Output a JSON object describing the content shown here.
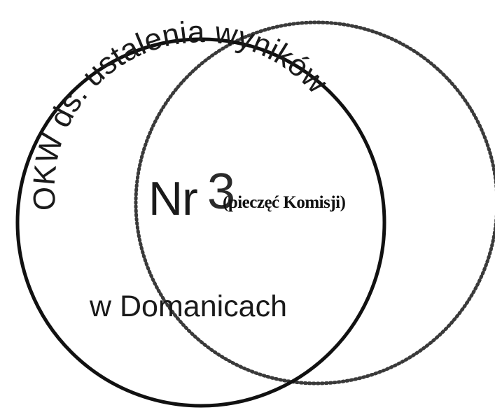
{
  "stamp": {
    "arc_text": "OKW ds. ustalenia wyników",
    "number_label": "Nr",
    "number_value": "3",
    "location_text": "w Domanicach"
  },
  "caption": {
    "text": "(pieczęć Komisji)"
  },
  "colors": {
    "ink": "#1a1a1a",
    "paper": "#ffffff"
  }
}
